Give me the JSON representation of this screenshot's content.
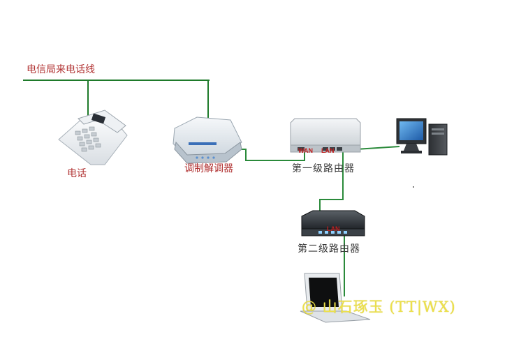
{
  "title": "",
  "nodes": {
    "telecom_line": {
      "label": "电信局来电话线"
    },
    "phone": {
      "label": "电话"
    },
    "modem": {
      "label": "调制解调器"
    },
    "router1": {
      "label": "第一级路由器",
      "wan_port": "WAN",
      "lan_port": "LAN"
    },
    "router2": {
      "label": "第二级路由器",
      "port": "LAN"
    },
    "desktop": {
      "label": ""
    },
    "laptop": {
      "label": ""
    }
  },
  "watermark": {
    "text": "@ 山石琢玉 (TT|WX)"
  },
  "colors": {
    "telecom_line": "#1e7a2a",
    "network_cable": "#2a8a3a",
    "label_red": "#b03030",
    "label_dark": "#3a3a3a",
    "watermark": "#ece04a"
  }
}
